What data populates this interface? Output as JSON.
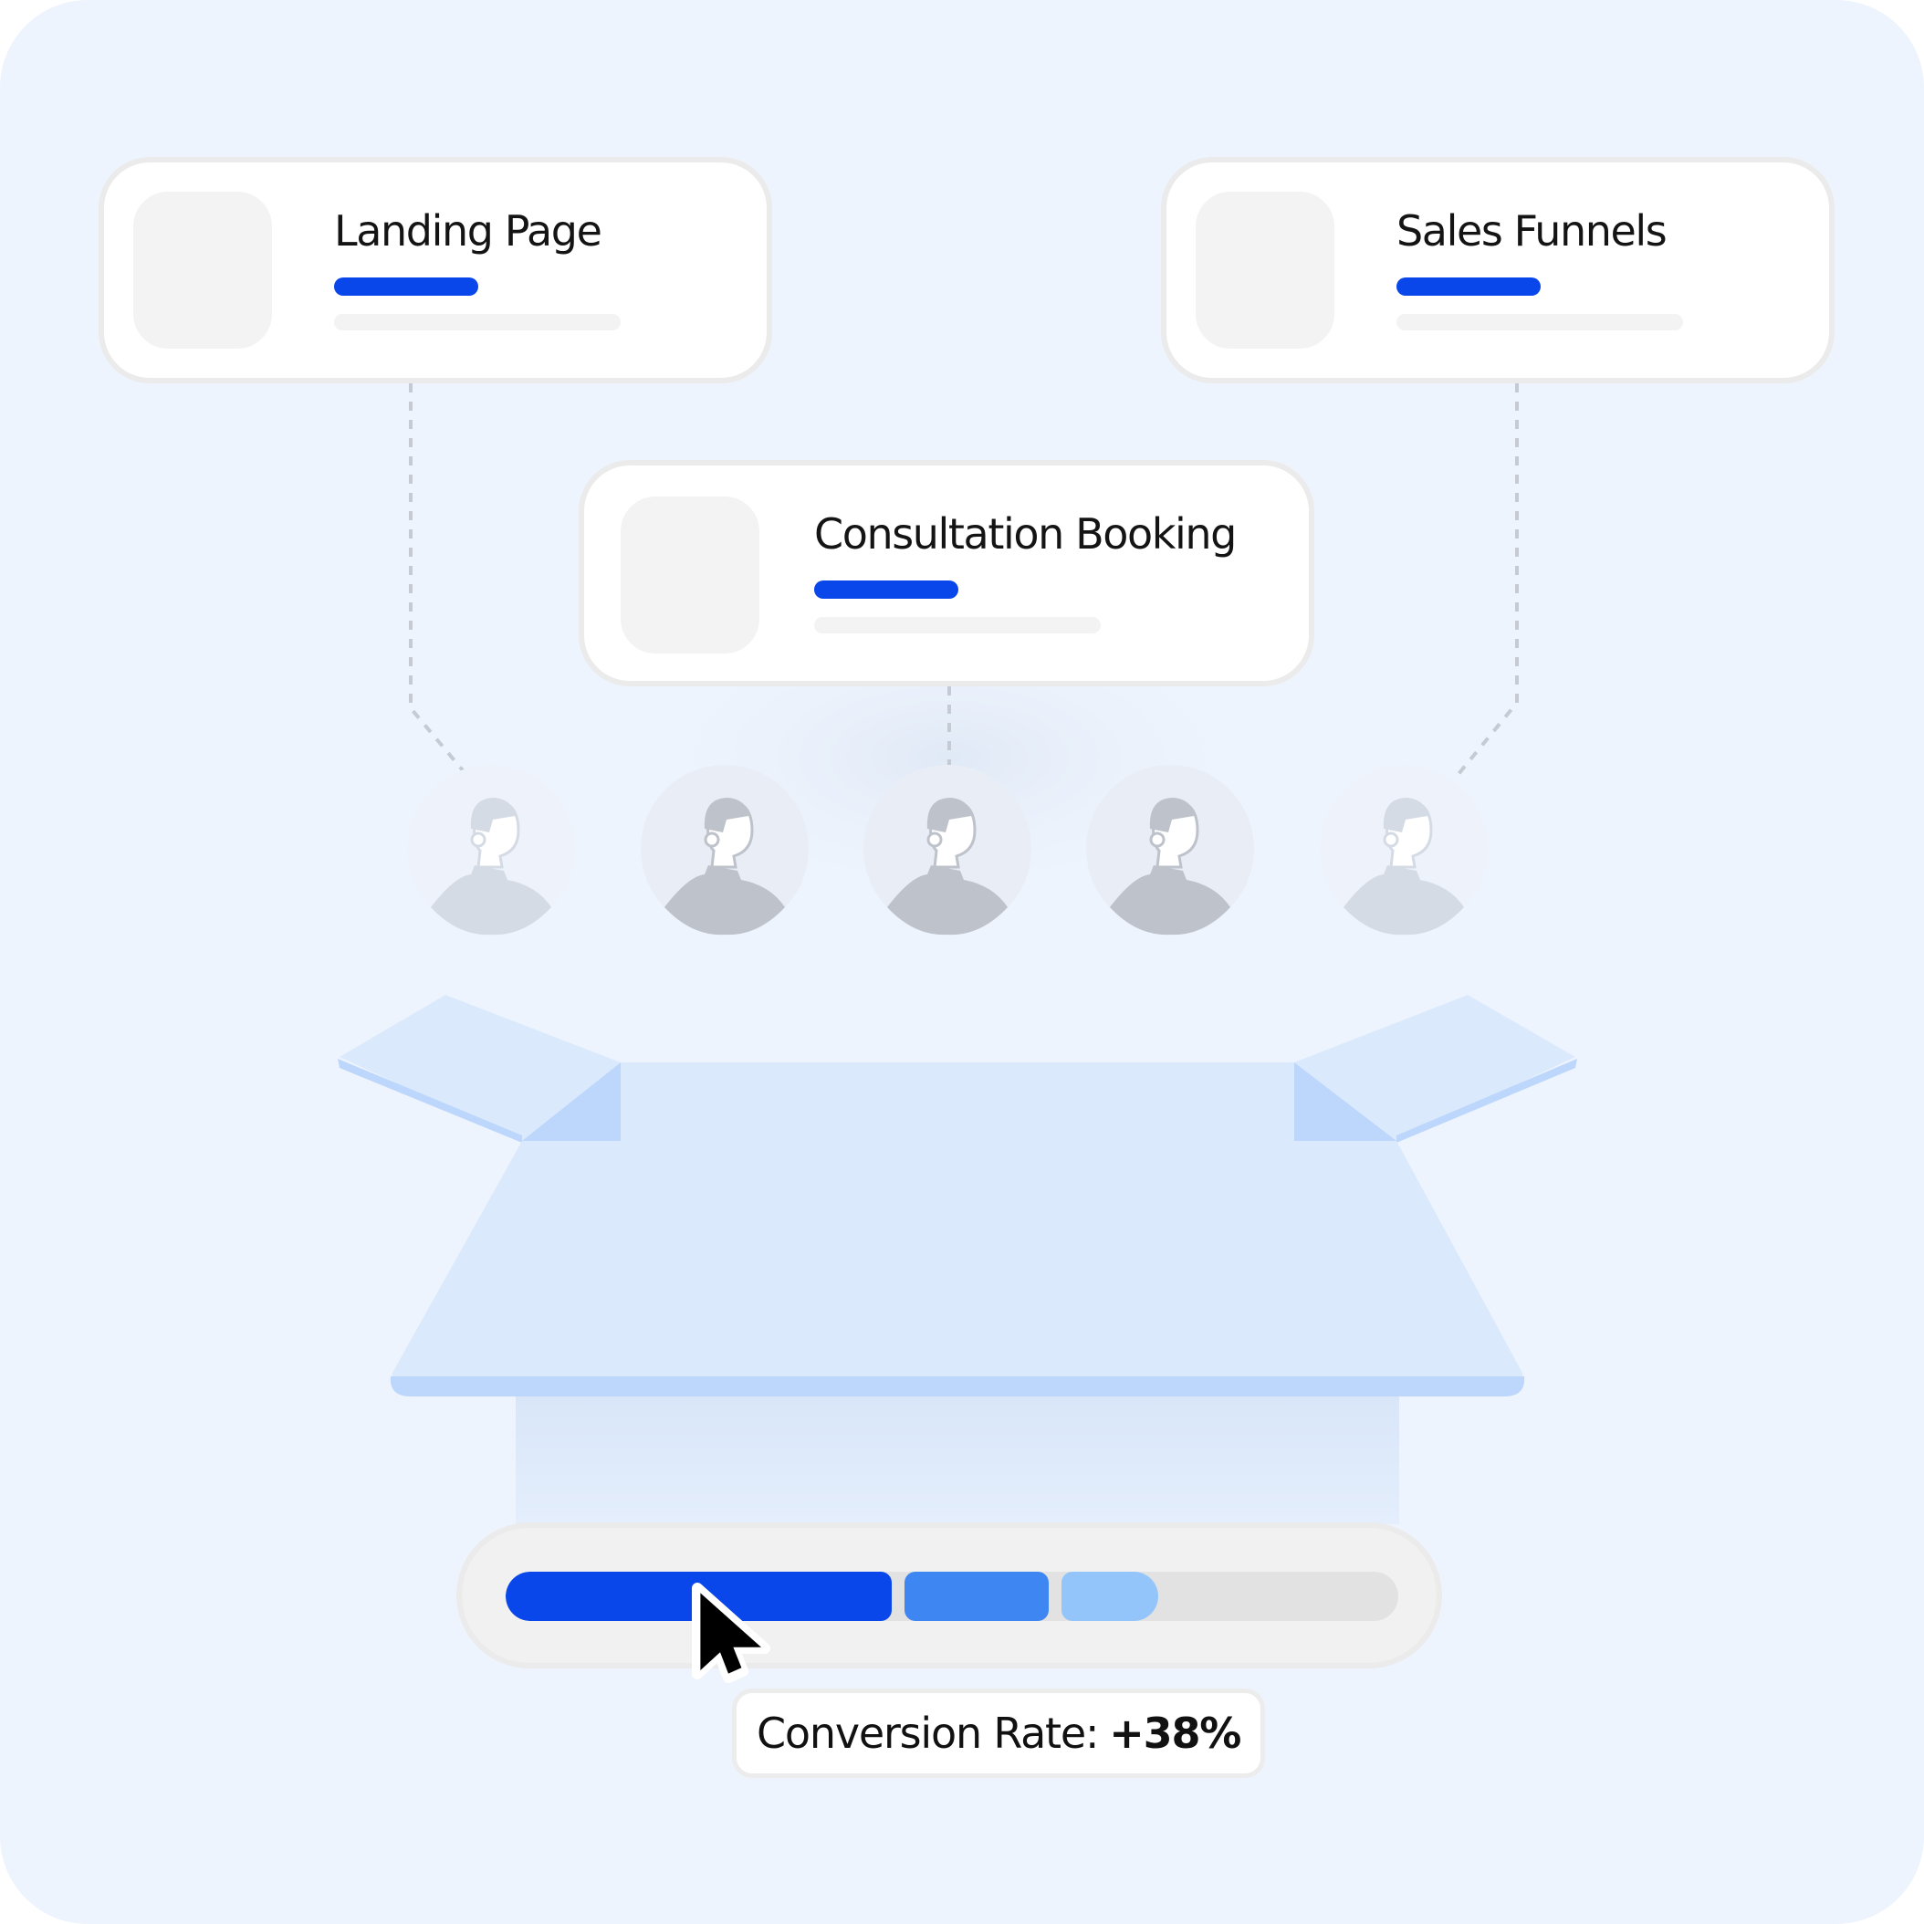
{
  "cards": [
    {
      "id": "landing",
      "title": "Landing Page"
    },
    {
      "id": "sales",
      "title": "Sales Funnels"
    },
    {
      "id": "consult",
      "title": "Consultation Booking"
    }
  ],
  "people": {
    "count": 5,
    "icon": "person-avatar-icon"
  },
  "box": {
    "icon": "open-box-icon"
  },
  "progress": {
    "segments": [
      {
        "fraction": 0.433,
        "color": "#0a47ea"
      },
      {
        "fraction": 0.162,
        "color": "#3e86f2"
      },
      {
        "fraction": 0.108,
        "color": "#94c5fa"
      }
    ],
    "track_color": "#e2e2e2"
  },
  "tooltip": {
    "label": "Conversion Rate:",
    "value": "+38%"
  },
  "colors": {
    "background": "#eef4fd",
    "accent": "#0a47ea",
    "box": "#dbe9fd",
    "box_shade": "#bcd7fb"
  }
}
